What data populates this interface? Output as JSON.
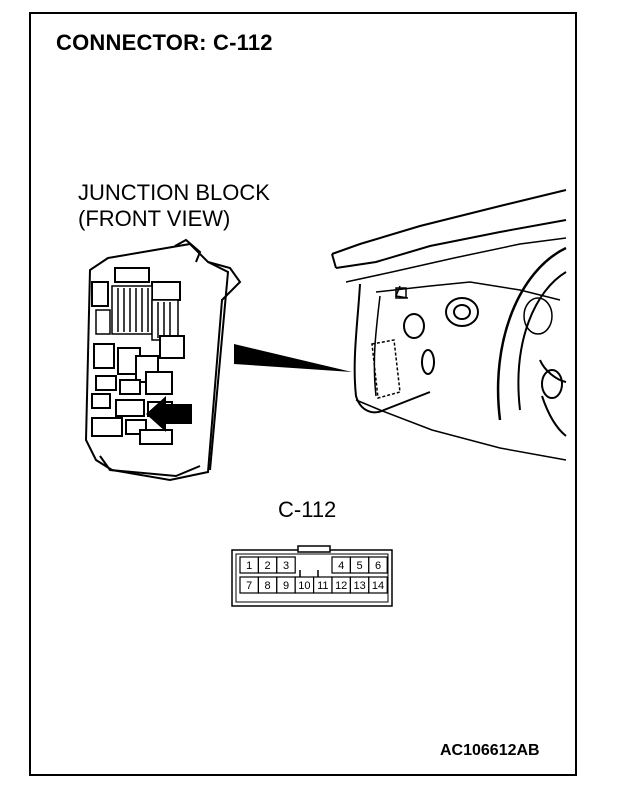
{
  "title": "CONNECTOR: C-112",
  "junction_block": {
    "line1": "JUNCTION BLOCK",
    "line2": "(FRONT VIEW)"
  },
  "connector": {
    "name": "C-112",
    "top_row": [
      "1",
      "2",
      "3",
      "",
      "",
      "4",
      "5",
      "6"
    ],
    "bottom_row": [
      "7",
      "8",
      "9",
      "10",
      "11",
      "12",
      "13",
      "14"
    ]
  },
  "figure_code": "AC106612AB",
  "colors": {
    "line": "#000000",
    "background": "#ffffff"
  }
}
